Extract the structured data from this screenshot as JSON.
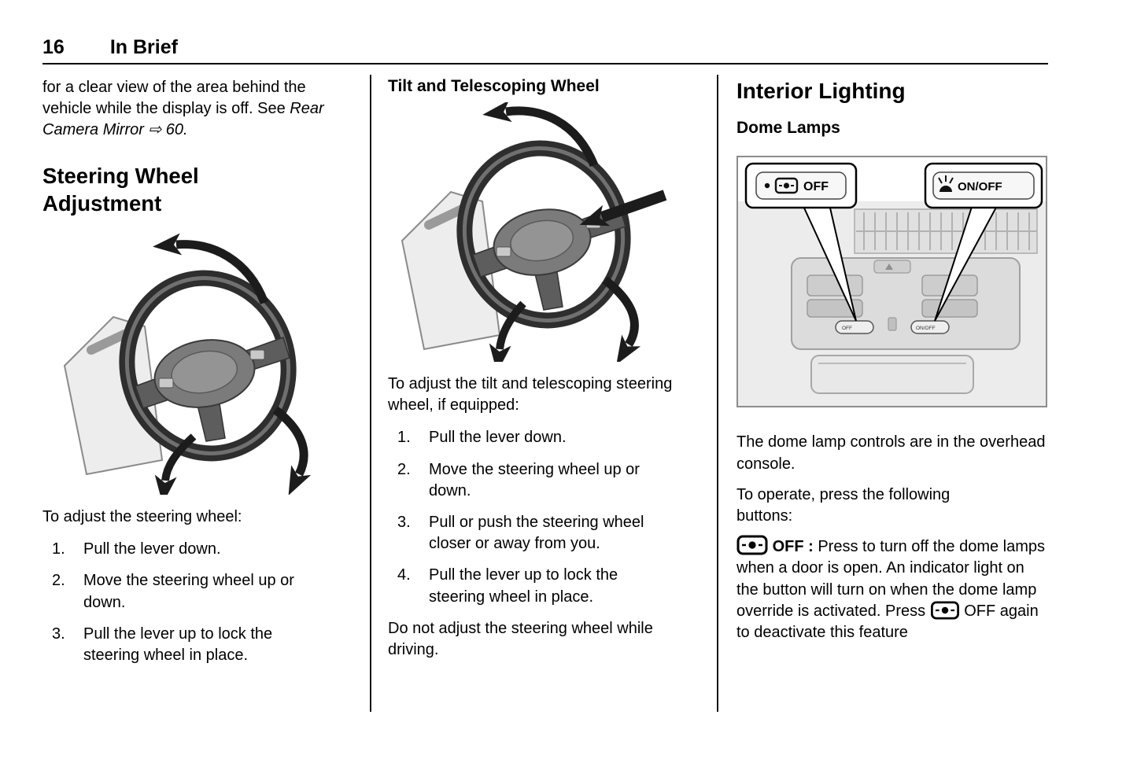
{
  "palette": {
    "ink": "#000000",
    "illustration_gray": "#ececec",
    "callout_fill": "#ffffff"
  },
  "header": {
    "page_number": "16",
    "section_title": "In Brief"
  },
  "col1": {
    "intro_text": "for a clear view of the area behind the vehicle while the display is off. See",
    "intro_ref_italic": "Rear Camera Mirror",
    "intro_ref_arrow": "⇨ 60.",
    "heading": "Steering Wheel Adjustment",
    "lead": "To adjust the steering wheel:",
    "steps": [
      {
        "num": "1.",
        "text": "Pull the lever down."
      },
      {
        "num": "2.",
        "text": "Move the steering wheel up or down."
      },
      {
        "num": "3.",
        "text": "Pull the lever up to lock the steering wheel in place."
      }
    ]
  },
  "col2": {
    "heading": "Tilt and Telescoping Wheel",
    "lead": "To adjust the tilt and telescoping steering wheel, if equipped:",
    "steps": [
      {
        "num": "1.",
        "text": "Pull the lever down."
      },
      {
        "num": "2.",
        "text": "Move the steering wheel up or down."
      },
      {
        "num": "3.",
        "text": "Pull or push the steering wheel closer or away from you."
      },
      {
        "num": "4.",
        "text": "Pull the lever up to lock the steering wheel in place."
      }
    ],
    "caution": "Do not adjust the steering wheel while driving."
  },
  "col3": {
    "heading": "Interior Lighting",
    "subheading": "Dome Lamps",
    "callout_left_label": "OFF",
    "callout_right_label": "ON/OFF",
    "para1": "The dome lamp controls are in the overhead console.",
    "para2": "To operate, press the following buttons:",
    "off_term": "OFF :",
    "off_desc_1": "Press to turn off the dome lamps when a door is open. An indicator light on the button will turn on when the dome lamp override is activated. Press",
    "off_desc_2": "OFF again to deactivate this feature"
  }
}
